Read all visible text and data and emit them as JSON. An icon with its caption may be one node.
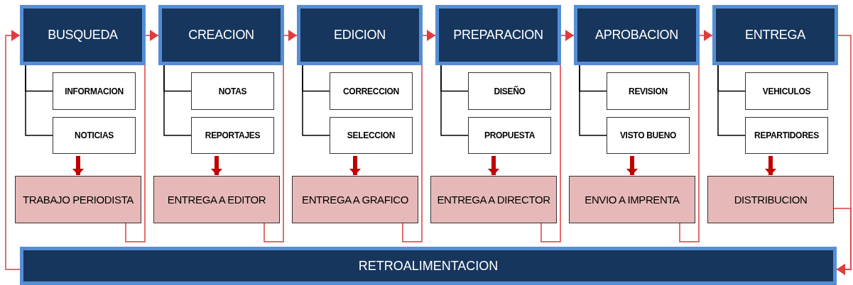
{
  "diagram": {
    "nodes": [
      {
        "text": [
          "BUSQUEDA"
        ]
      },
      {
        "text": [
          "INFORMACION"
        ]
      },
      {
        "text": [
          "NOTICIAS"
        ]
      },
      {
        "text": [
          "TRABAJO PERIODISTA"
        ]
      },
      {
        "text": [
          "CREACION"
        ]
      },
      {
        "text": [
          "NOTAS"
        ]
      },
      {
        "text": [
          "REPORTAJES"
        ]
      },
      {
        "text": [
          "ENTREGA A EDITOR"
        ]
      },
      {
        "text": [
          "EDICION"
        ]
      },
      {
        "text": [
          "CORRECCION"
        ]
      },
      {
        "text": [
          "SELECCION"
        ]
      },
      {
        "text": [
          "ENTREGA A GRAFICO"
        ]
      },
      {
        "text": [
          "PREPARACION"
        ]
      },
      {
        "text": [
          "DISEÑO"
        ]
      },
      {
        "text": [
          "PROPUESTA"
        ]
      },
      {
        "text": [
          "ENTREGA A DIRECTOR"
        ]
      },
      {
        "text": [
          "APROBACION"
        ]
      },
      {
        "text": [
          "REVISION"
        ]
      },
      {
        "text": [
          "VISTO BUENO"
        ]
      },
      {
        "text": [
          "ENVIO A IMPRENTA"
        ]
      },
      {
        "text": [
          "ENTREGA"
        ]
      },
      {
        "text": [
          "VEHICULOS"
        ]
      },
      {
        "text": [
          "REPARTIDORES"
        ]
      },
      {
        "text": [
          "DISTRIBUCION"
        ]
      },
      {
        "text": [
          "RETROALIMENTACION"
        ]
      }
    ],
    "edges": [
      {
        "from": 0,
        "to": 1,
        "arrow": "none"
      },
      {
        "from": 0,
        "to": 2,
        "arrow": "none"
      },
      {
        "from": 2,
        "to": 3,
        "arrow": "to",
        "style": "thick",
        "color": "#c00000"
      },
      {
        "from": 3,
        "to": 4,
        "arrow": "to",
        "color": "#e03c3c"
      },
      {
        "from": 4,
        "to": 5,
        "arrow": "none"
      },
      {
        "from": 4,
        "to": 6,
        "arrow": "none"
      },
      {
        "from": 6,
        "to": 7,
        "arrow": "to",
        "style": "thick",
        "color": "#c00000"
      },
      {
        "from": 7,
        "to": 8,
        "arrow": "to",
        "color": "#e03c3c"
      },
      {
        "from": 8,
        "to": 9,
        "arrow": "none"
      },
      {
        "from": 8,
        "to": 10,
        "arrow": "none"
      },
      {
        "from": 10,
        "to": 11,
        "arrow": "to",
        "style": "thick",
        "color": "#c00000"
      },
      {
        "from": 11,
        "to": 12,
        "arrow": "to",
        "color": "#e03c3c"
      },
      {
        "from": 12,
        "to": 13,
        "arrow": "none"
      },
      {
        "from": 12,
        "to": 14,
        "arrow": "none"
      },
      {
        "from": 14,
        "to": 15,
        "arrow": "to",
        "style": "thick",
        "color": "#c00000"
      },
      {
        "from": 15,
        "to": 16,
        "arrow": "to",
        "color": "#e03c3c"
      },
      {
        "from": 16,
        "to": 17,
        "arrow": "none"
      },
      {
        "from": 16,
        "to": 18,
        "arrow": "none"
      },
      {
        "from": 18,
        "to": 19,
        "arrow": "to",
        "style": "thick",
        "color": "#c00000"
      },
      {
        "from": 19,
        "to": 20,
        "arrow": "to",
        "color": "#e03c3c"
      },
      {
        "from": 20,
        "to": 21,
        "arrow": "none"
      },
      {
        "from": 20,
        "to": 22,
        "arrow": "none"
      },
      {
        "from": 22,
        "to": 23,
        "arrow": "to",
        "style": "thick",
        "color": "#c00000"
      },
      {
        "from": 20,
        "to": 24,
        "arrow": "to",
        "color": "#e03c3c"
      },
      {
        "from": 23,
        "to": 24,
        "arrow": "to",
        "color": "#e03c3c"
      },
      {
        "from": 24,
        "to": 0,
        "arrow": "to",
        "color": "#e03c3c"
      }
    ]
  }
}
